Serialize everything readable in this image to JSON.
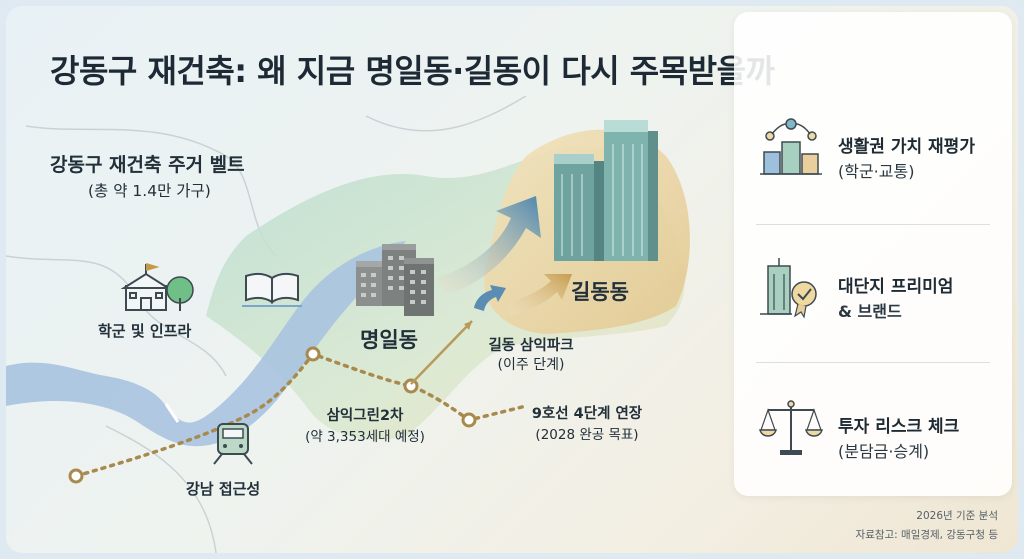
{
  "title": "강동구 재건축: 왜 지금 명일동·길동이 다시 주목받을까",
  "belt": {
    "title": "강동구 재건축 주거 벨트",
    "sub": "(총 약 1.4만 가구)"
  },
  "labels": {
    "school": "학군 및 인프라",
    "myeongil": "명일동",
    "gildong": "길동동",
    "sampark_title": "길동 삼익파크",
    "sampark_sub": "(이주 단계)",
    "green_title": "삼익그린2차",
    "green_sub": "(약 3,353세대 예정)",
    "line9_title": "9호선 4단계 연장",
    "line9_sub": "(2028 완공 목표)",
    "gangnam": "강남 접근성"
  },
  "panel": {
    "items": [
      {
        "title": "생활권 가치 재평가",
        "sub": "(학군·교통)",
        "icon": "community-icon"
      },
      {
        "title": "대단지 프리미엄",
        "sub": "& 브랜드",
        "icon": "building-badge-icon"
      },
      {
        "title": "투자 리스크 체크",
        "sub": "(분담금·승계)",
        "icon": "scale-icon"
      }
    ]
  },
  "footer": {
    "line1": "2026년 기준 분석",
    "line2": "자료참고: 매일경제, 강동구청 등"
  },
  "colors": {
    "route": "#a88a4e",
    "river": "#a9c3e0",
    "district": "#bcd9c7",
    "gildong_area": "#e8cf9c",
    "title": "#1d2a35"
  }
}
